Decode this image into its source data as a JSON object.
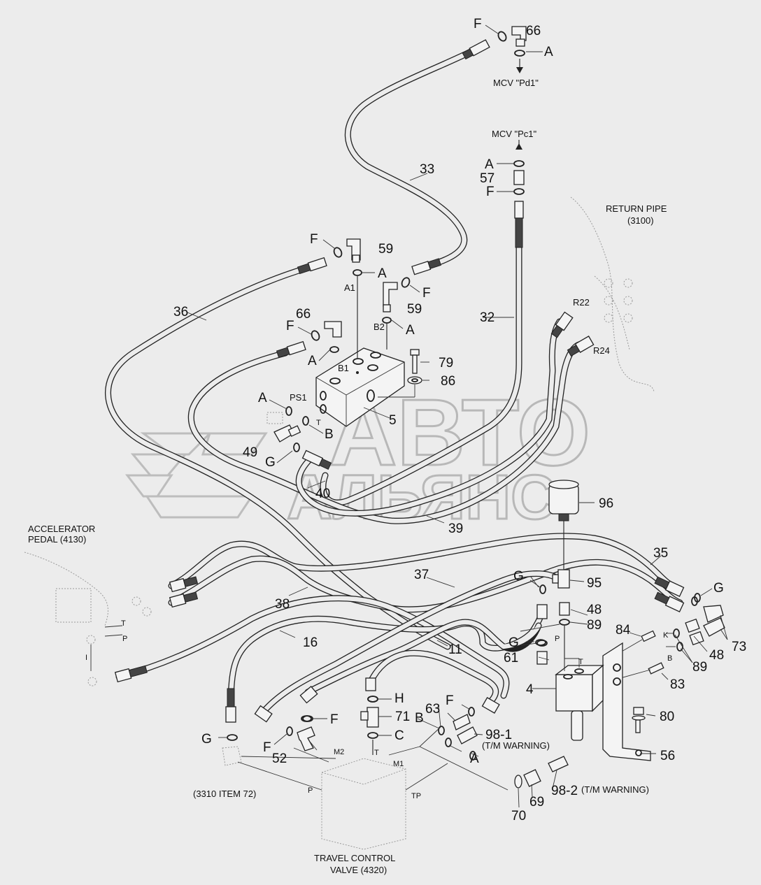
{
  "callouts": {
    "n66a": "66",
    "n66b": "66",
    "n33": "33",
    "n57": "57",
    "n59a": "59",
    "n59b": "59",
    "n36": "36",
    "n32": "32",
    "n79": "79",
    "n86": "86",
    "n5": "5",
    "n49": "49",
    "n40": "40",
    "n39": "39",
    "n96": "96",
    "n35": "35",
    "n37": "37",
    "n95": "95",
    "n48a": "48",
    "n48b": "48",
    "n89a": "89",
    "n89b": "89",
    "n84": "84",
    "n73": "73",
    "n38": "38",
    "n16": "16",
    "n11": "11",
    "n61": "61",
    "n83": "83",
    "n4": "4",
    "n71": "71",
    "n63": "63",
    "n98_1": "98-1",
    "n80": "80",
    "n52": "52",
    "n56": "56",
    "n69": "69",
    "n70": "70",
    "n98_2": "98-2"
  },
  "letters": {
    "F1": "F",
    "A1": "A",
    "A2": "A",
    "F2": "F",
    "F3": "F",
    "A3": "A",
    "F4": "F",
    "A4": "A",
    "F5": "F",
    "A5": "A",
    "A6": "A",
    "B1": "B",
    "G1": "G",
    "G2": "G",
    "G3": "G",
    "G4": "G",
    "H1": "H",
    "F6": "F",
    "C1": "C",
    "B2": "B",
    "F7": "F",
    "A7": "A",
    "F8": "F",
    "G5": "G"
  },
  "ports": {
    "a1": "A1",
    "b2": "B2",
    "b1": "B1",
    "ps1": "PS1",
    "t": "T",
    "r22": "R22",
    "r24": "R24",
    "p1": "P",
    "t2": "T",
    "k": "K",
    "bport": "B",
    "m2": "M2",
    "m1": "M1",
    "tv_t": "T",
    "tv_p": "P",
    "tp": "TP",
    "ped_t": "T",
    "ped_p": "P",
    "ped_i": "I"
  },
  "notes": {
    "mcv_pd1": "MCV \"Pd1\"",
    "mcv_pc1": "MCV \"Pc1\"",
    "return_pipe_1": "RETURN PIPE",
    "return_pipe_2": "(3100)",
    "accel_1": "ACCELERATOR",
    "accel_2": "PEDAL (4130)",
    "tm_warning_1": "(T/M WARNING)",
    "tm_warning_2": "(T/M WARNING)",
    "item72": "(3310 ITEM 72)",
    "tcv_1": "TRAVEL CONTROL",
    "tcv_2": "VALVE (4320)"
  },
  "watermark": {
    "line1": "АВТО",
    "line2": "АЛЬЯНС"
  },
  "colors": {
    "background": "#ececec",
    "line": "#222222",
    "watermark": "#bdbdbd"
  }
}
